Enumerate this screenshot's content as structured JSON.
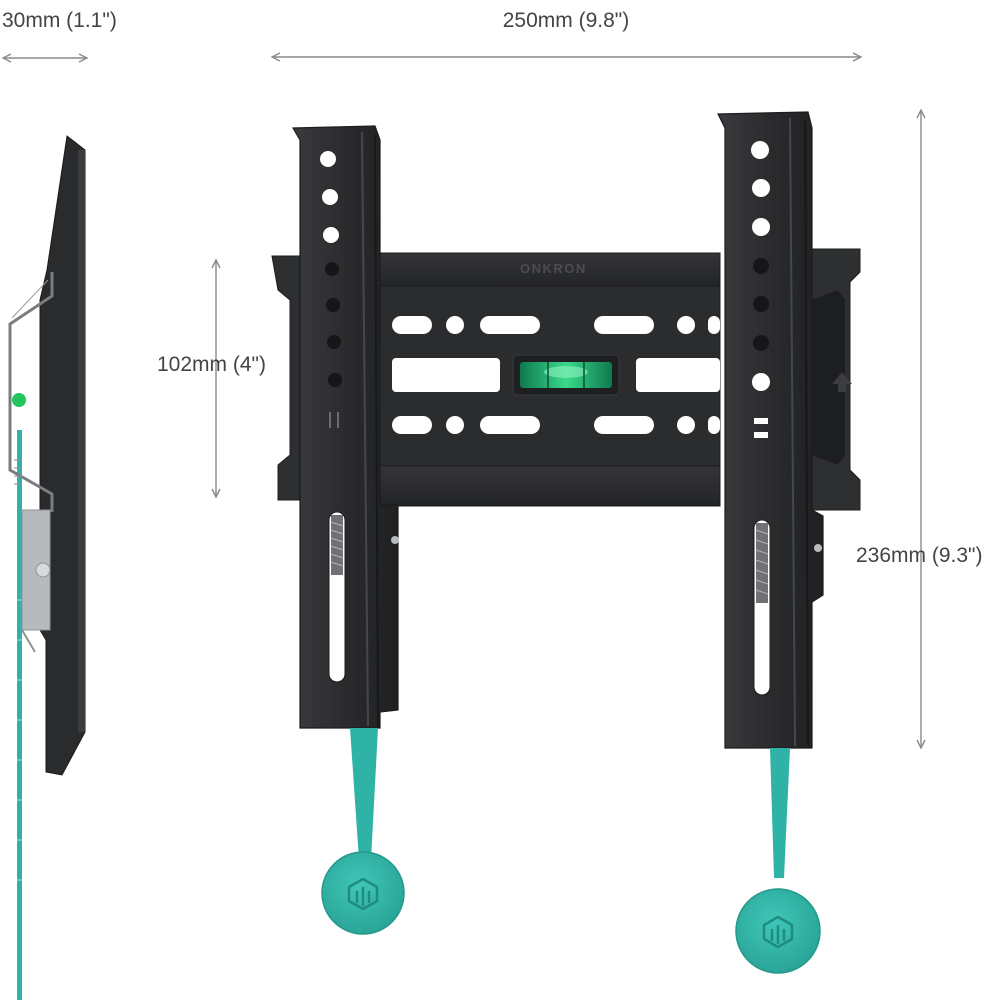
{
  "dimensions": {
    "depth": "30mm (1.1\")",
    "width": "250mm (9.8\")",
    "vesa_height": "102mm (4\")",
    "total_height": "236mm (9.3\")"
  },
  "brand_engraving": "ONKRON",
  "colors": {
    "bracket": "#2b2c2e",
    "bracket_edge": "#45474a",
    "strap": "#2fb3a6",
    "level_bubble": "#22c55e",
    "dimension_line": "#8a8a8a"
  }
}
